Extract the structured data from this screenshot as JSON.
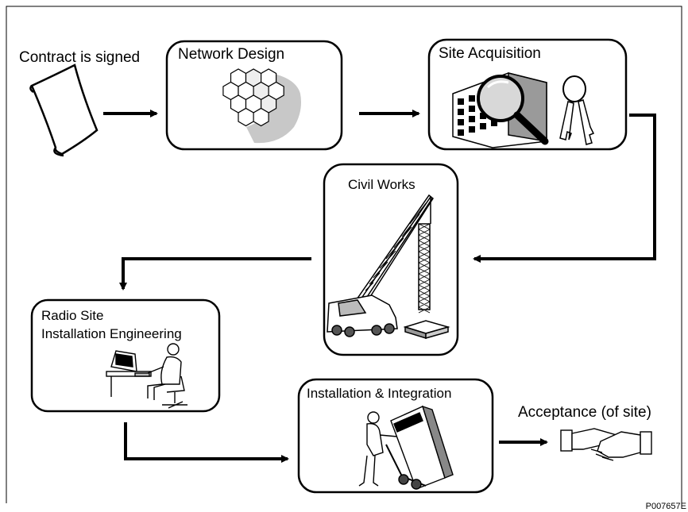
{
  "figure_code": "P007657E",
  "steps": {
    "contract": {
      "label": "Contract is signed"
    },
    "network_design": {
      "label": "Network Design"
    },
    "site_acquisition": {
      "label": "Site Acquisition"
    },
    "civil_works": {
      "label": "Civil Works"
    },
    "radio_site": {
      "label_line1": "Radio Site",
      "label_line2": "Installation Engineering"
    },
    "installation": {
      "label": "Installation & Integration"
    },
    "acceptance": {
      "label": "Acceptance (of site)"
    }
  },
  "icons": {
    "contract": "document-icon",
    "network_design": "hexagon-cell-map-icon",
    "site_acquisition": "building-magnifier-keys-icon",
    "civil_works": "crane-tower-icon",
    "radio_site": "engineer-computer-icon",
    "installation": "worker-cabinet-trolley-icon",
    "acceptance": "handshake-icon"
  },
  "colors": {
    "line": "#000000",
    "background": "#ffffff",
    "fill_grey": "#c8c8c8"
  }
}
